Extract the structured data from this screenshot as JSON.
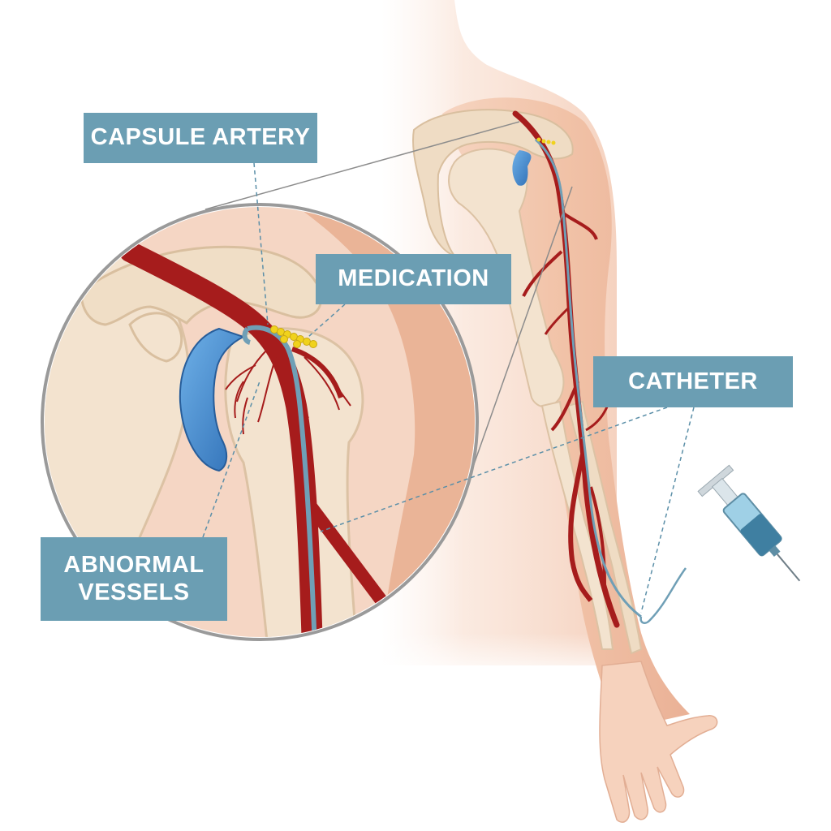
{
  "labels": {
    "capsule_artery": "CAPSULE ARTERY",
    "medication": "MEDICATION",
    "catheter": "CATHETER",
    "abnormal_vessels_line1": "ABNORMAL",
    "abnormal_vessels_line2": "VESSELS"
  },
  "colors": {
    "label_background": "#6b9eb3",
    "label_text": "#ffffff",
    "skin": "#f2c6ad",
    "skin_light": "#f7dccb",
    "bone": "#f3e3cf",
    "artery": "#a61c1c",
    "cartilage": "#3f86c9",
    "catheter": "#6f9fb6",
    "medication": "#f0d21c",
    "leader_line": "#5b8fa8"
  },
  "icons": {
    "syringe": "syringe-icon",
    "magnifier": "magnifier-circle"
  }
}
